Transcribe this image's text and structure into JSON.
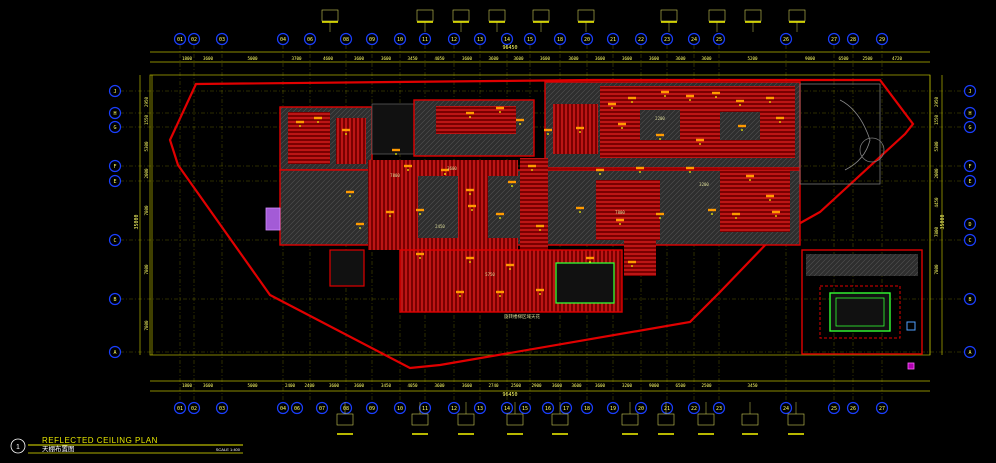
{
  "title_block": {
    "number": "1",
    "title": "REFLECTED CEILING PLAN",
    "subtitle": "天棚布置图",
    "scale": "SCALE 1:400"
  },
  "grid": {
    "columns": [
      "01",
      "02",
      "03",
      "04",
      "06",
      "07",
      "08",
      "09",
      "10",
      "11",
      "12",
      "13",
      "14",
      "15",
      "16",
      "17",
      "18",
      "19",
      "20",
      "21",
      "22",
      "23",
      "24",
      "25",
      "26",
      "27",
      "28",
      "29"
    ],
    "top_columns": [
      "01",
      "02",
      "03",
      "04",
      "06",
      "08",
      "09",
      "10",
      "11",
      "12",
      "13",
      "14",
      "15",
      "18",
      "20",
      "21",
      "22",
      "23",
      "24",
      "25",
      "26",
      "27",
      "28",
      "29"
    ],
    "rows": [
      "J",
      "H",
      "G",
      "F",
      "E",
      "C",
      "B",
      "A"
    ],
    "right_rows": [
      "J",
      "H",
      "G",
      "F",
      "E",
      "D",
      "C",
      "B",
      "A"
    ]
  },
  "dimensions": {
    "total_width": "96450",
    "total_depth": "35000",
    "top_spans": [
      "1800",
      "3600",
      "5000",
      "3700",
      "4600",
      "3600",
      "3600",
      "3450",
      "4050",
      "3600",
      "3600",
      "3600",
      "3600",
      "3600",
      "3600",
      "3600",
      "3600",
      "3600",
      "3600",
      "5200",
      "9000",
      "6500",
      "2500",
      "4720"
    ],
    "bottom_spans": [
      "1800",
      "3600",
      "5000",
      "2400",
      "2400",
      "3600",
      "3600",
      "3450",
      "4050",
      "3600",
      "3600",
      "2740",
      "2500",
      "2900",
      "3600",
      "3600",
      "3600",
      "3200",
      "9000",
      "6500",
      "2500",
      "3450"
    ],
    "left_spans": [
      "2950",
      "1550",
      "5300",
      "2000",
      "7800",
      "7800",
      "7800"
    ],
    "right_spans": [
      "2950",
      "1550",
      "5300",
      "2000",
      "4450",
      "7800",
      "7800"
    ]
  },
  "annotations": {
    "bottom_note": "旋转楼梯区域天花",
    "room_tags": [
      "7800",
      "3600",
      "5750",
      "2450",
      "7800",
      "2200",
      "3200"
    ]
  },
  "colors": {
    "background": "#000000",
    "grid_line": "#b8b800",
    "boundary": "#e00000",
    "ceiling_fill": "#c00000",
    "wall_fill": "#3a3a3a",
    "bubble": "#1a3fff",
    "text": "#ffff66",
    "highlight": "#e6e600"
  }
}
